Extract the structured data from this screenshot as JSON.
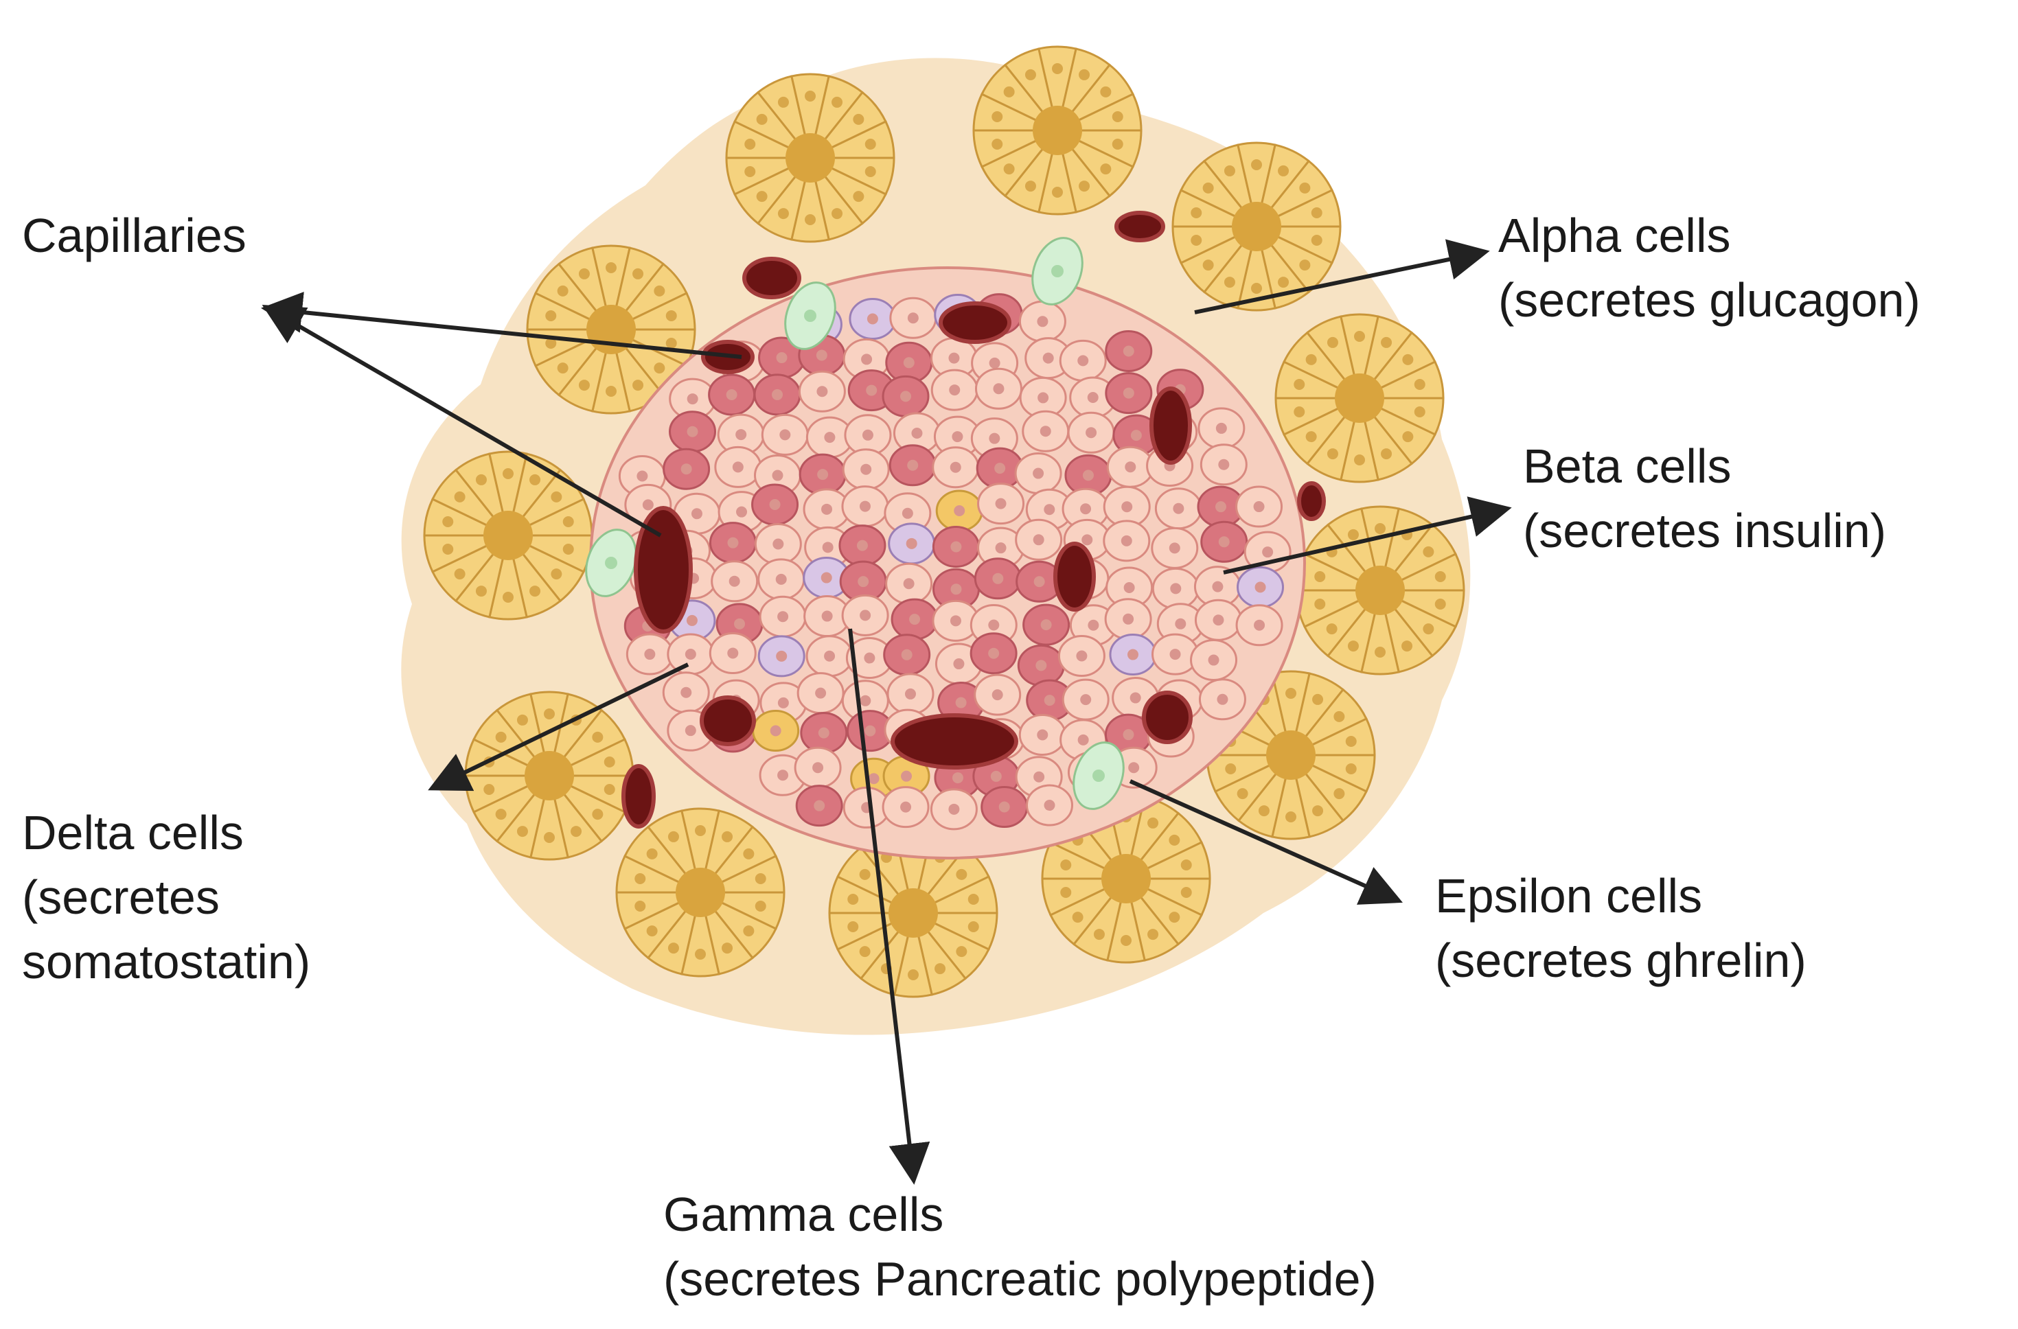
{
  "labels": {
    "capillaries": {
      "lines": [
        "Capillaries"
      ]
    },
    "alpha": {
      "lines": [
        "Alpha cells",
        "(secretes glucagon)"
      ]
    },
    "beta": {
      "lines": [
        "Beta cells",
        "(secretes insulin)"
      ]
    },
    "delta": {
      "lines": [
        "Delta cells",
        "(secretes",
        "somatostatin)"
      ]
    },
    "epsilon": {
      "lines": [
        "Epsilon cells",
        "(secretes ghrelin)"
      ]
    },
    "gamma": {
      "lines": [
        "Gamma cells",
        "(secretes Pancreatic polypeptide)"
      ]
    }
  },
  "colors": {
    "background_tissue": "#f7e3c4",
    "acinus_cell": "#f5d27e",
    "acinus_core": "#d9a43e",
    "beta_cell": "#f9d2c2",
    "alpha_cell": "#d9757e",
    "delta_cell": "#d9c6e6",
    "epsilon_cell": "#d4f0d4",
    "gamma_cell": "#f3c766",
    "capillary": "#6b1414",
    "arrow": "#222222"
  }
}
